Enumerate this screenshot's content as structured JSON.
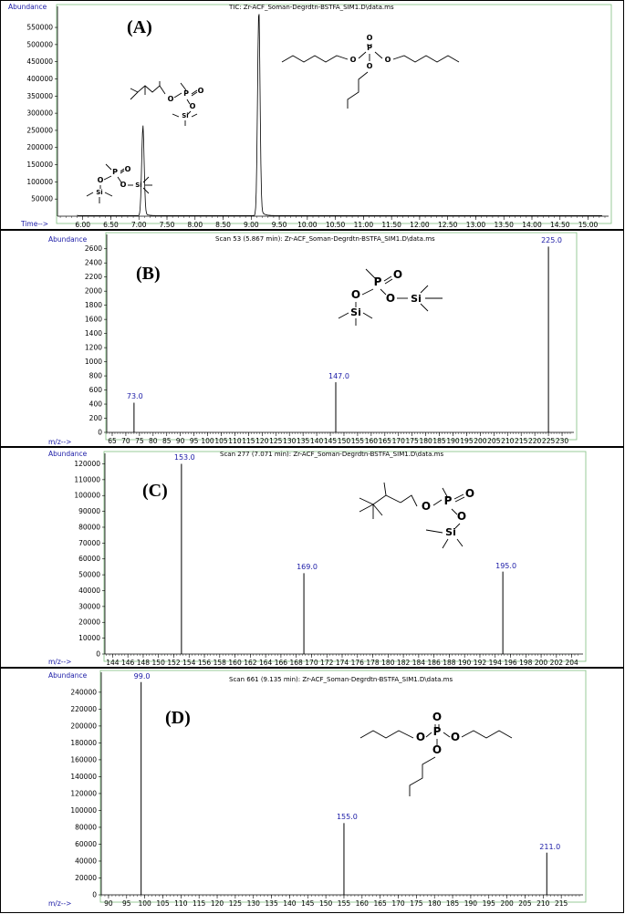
{
  "colors": {
    "frame": "#7fbf7f",
    "trace": "#000000",
    "label_text": "#1a1aa6"
  },
  "chart_data": [
    {
      "type": "line",
      "panel": "(A)",
      "title": "TIC: Zr-ACF_Soman-Degrdtn-BSTFA_SIM1.D\\data.ms",
      "ylabel": "Abundance",
      "xlabel": "Time-->",
      "xlim": [
        5.55,
        15.3
      ],
      "ylim": [
        0,
        590000
      ],
      "xticks": [
        6.0,
        6.5,
        7.0,
        7.5,
        8.0,
        8.5,
        9.0,
        9.5,
        10.0,
        10.5,
        11.0,
        11.5,
        12.0,
        12.5,
        13.0,
        13.5,
        14.0,
        14.5,
        15.0
      ],
      "yticks": [
        50000,
        100000,
        150000,
        200000,
        250000,
        300000,
        350000,
        400000,
        450000,
        500000,
        550000
      ],
      "peaks": [
        {
          "x": 5.867,
          "y": 4000
        },
        {
          "x": 7.071,
          "y": 255000
        },
        {
          "x": 9.135,
          "y": 590000
        }
      ]
    },
    {
      "type": "bar",
      "panel": "(B)",
      "title": "Scan 53 (5.867 min): Zr-ACF_Soman-Degrdtn-BSTFA_SIM1.D\\data.ms",
      "ylabel": "Abundance",
      "xlabel": "m/z-->",
      "xlim": [
        63,
        233
      ],
      "ylim": [
        0,
        2700
      ],
      "xticks": [
        65,
        70,
        75,
        80,
        85,
        90,
        95,
        100,
        105,
        110,
        115,
        120,
        125,
        130,
        135,
        140,
        145,
        150,
        155,
        160,
        165,
        170,
        175,
        180,
        185,
        190,
        195,
        200,
        205,
        210,
        215,
        220,
        225,
        230
      ],
      "yticks": [
        0,
        200,
        400,
        600,
        800,
        1000,
        1200,
        1400,
        1600,
        1800,
        2000,
        2200,
        2400,
        2600
      ],
      "x": [
        73.0,
        147.0,
        225.0
      ],
      "values": [
        420,
        710,
        2630
      ],
      "labels": [
        "73.0",
        "147.0",
        "225.0"
      ]
    },
    {
      "type": "bar",
      "panel": "(C)",
      "title": "Scan 277 (7.071 min): Zr-ACF_Soman-Degrdtn-BSTFA_SIM1.D\\data.ms",
      "ylabel": "Abundance",
      "xlabel": "m/z-->",
      "xlim": [
        143,
        205
      ],
      "ylim": [
        0,
        122000
      ],
      "xticks": [
        144,
        146,
        148,
        150,
        152,
        154,
        156,
        158,
        160,
        162,
        164,
        166,
        168,
        170,
        172,
        174,
        176,
        178,
        180,
        182,
        184,
        186,
        188,
        190,
        192,
        194,
        196,
        198,
        200,
        202,
        204
      ],
      "yticks": [
        0,
        10000,
        20000,
        30000,
        40000,
        50000,
        60000,
        70000,
        80000,
        90000,
        100000,
        110000,
        120000
      ],
      "x": [
        153.0,
        169.0,
        195.0
      ],
      "values": [
        120000,
        51000,
        52000
      ],
      "labels": [
        "153.0",
        "169.0",
        "195.0"
      ]
    },
    {
      "type": "bar",
      "panel": "(D)",
      "title": "Scan 661 (9.135 min): Zr-ACF_Soman-Degrdtn-BSTFA_SIM1.D\\data.ms",
      "ylabel": "Abundance",
      "xlabel": "m/z-->",
      "xlim": [
        88,
        220
      ],
      "ylim": [
        0,
        255000
      ],
      "xticks": [
        90,
        95,
        100,
        105,
        110,
        115,
        120,
        125,
        130,
        135,
        140,
        145,
        150,
        155,
        160,
        165,
        170,
        175,
        180,
        185,
        190,
        195,
        200,
        205,
        210,
        215
      ],
      "yticks": [
        0,
        20000,
        40000,
        60000,
        80000,
        100000,
        120000,
        140000,
        160000,
        180000,
        200000,
        220000,
        240000
      ],
      "x": [
        99.0,
        155.0,
        211.0
      ],
      "values": [
        252000,
        85000,
        50000
      ],
      "labels": [
        "99.0",
        "155.0",
        "211.0"
      ]
    }
  ],
  "molecule_labels": {
    "P": "P",
    "O": "O",
    "Si": "Si"
  }
}
